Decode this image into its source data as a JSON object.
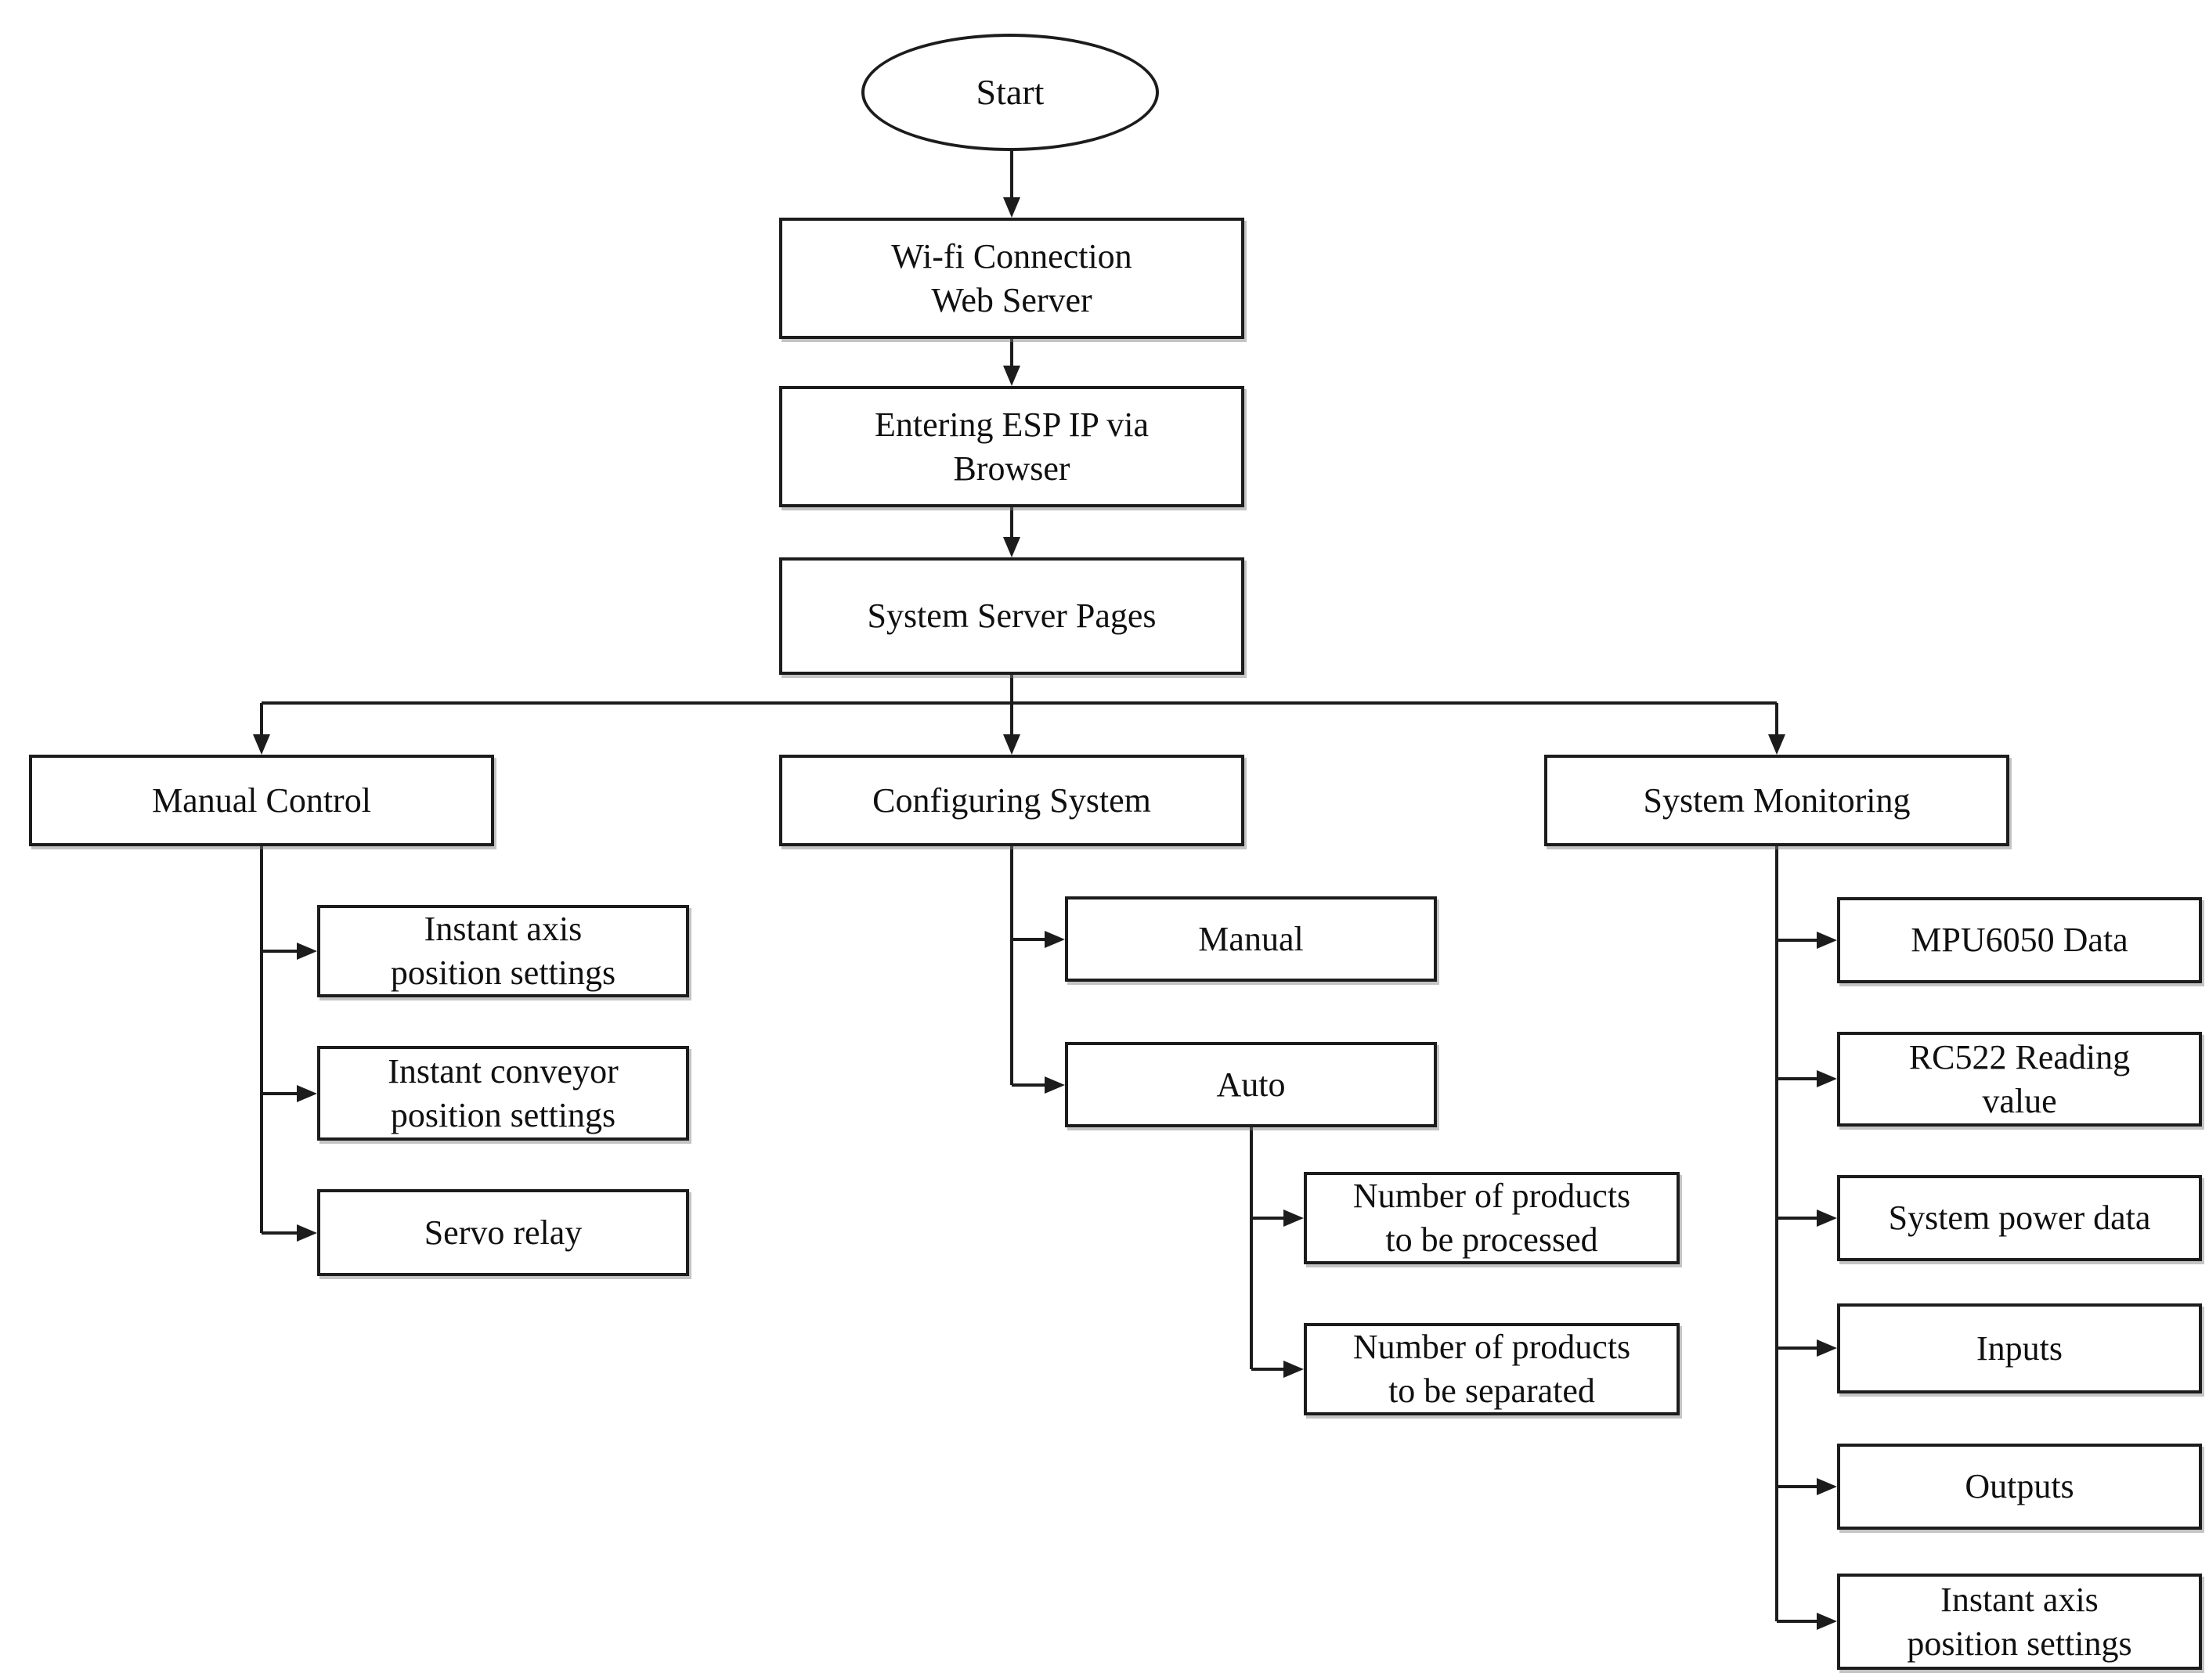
{
  "colors": {
    "line": "#1c1c1c",
    "box_border": "#1c1c1c",
    "box_background": "#ffffff",
    "page_background": "#ffffff",
    "text": "#101010"
  },
  "nodes": {
    "start": {
      "lines": [
        "Start"
      ]
    },
    "wifi_connection": {
      "lines": [
        "Wi-fi Connection",
        "Web Server"
      ]
    },
    "entering_esp": {
      "lines": [
        "Entering ESP IP via",
        "Browser"
      ]
    },
    "system_server_pages": {
      "lines": [
        "System Server Pages"
      ]
    },
    "manual_control": {
      "lines": [
        "Manual Control"
      ]
    },
    "configuring_system": {
      "lines": [
        "Configuring System"
      ]
    },
    "system_monitoring": {
      "lines": [
        "System Monitoring"
      ]
    },
    "instant_axis_manual": {
      "lines": [
        "Instant axis",
        "position settings"
      ]
    },
    "instant_conveyor": {
      "lines": [
        "Instant conveyor",
        "position settings"
      ]
    },
    "servo_relay": {
      "lines": [
        "Servo relay"
      ]
    },
    "manual_mode": {
      "lines": [
        "Manual"
      ]
    },
    "auto_mode": {
      "lines": [
        "Auto"
      ]
    },
    "products_processed": {
      "lines": [
        "Number of products",
        "to be processed"
      ]
    },
    "products_separated": {
      "lines": [
        "Number of products",
        "to be separated"
      ]
    },
    "mpu6050_data": {
      "lines": [
        "MPU6050 Data"
      ]
    },
    "rc522_reading": {
      "lines": [
        "RC522 Reading",
        "value"
      ]
    },
    "system_power": {
      "lines": [
        "System power data"
      ]
    },
    "inputs": {
      "lines": [
        "Inputs"
      ]
    },
    "outputs": {
      "lines": [
        "Outputs"
      ]
    },
    "instant_axis_monitoring": {
      "lines": [
        "Instant axis",
        "position settings"
      ]
    }
  },
  "edges": [
    {
      "from": "start",
      "to": "wifi_connection"
    },
    {
      "from": "wifi_connection",
      "to": "entering_esp"
    },
    {
      "from": "entering_esp",
      "to": "system_server_pages"
    },
    {
      "from": "system_server_pages",
      "to": "manual_control"
    },
    {
      "from": "system_server_pages",
      "to": "configuring_system"
    },
    {
      "from": "system_server_pages",
      "to": "system_monitoring"
    },
    {
      "from": "manual_control",
      "to": "instant_axis_manual"
    },
    {
      "from": "manual_control",
      "to": "instant_conveyor"
    },
    {
      "from": "manual_control",
      "to": "servo_relay"
    },
    {
      "from": "configuring_system",
      "to": "manual_mode"
    },
    {
      "from": "configuring_system",
      "to": "auto_mode"
    },
    {
      "from": "auto_mode",
      "to": "products_processed"
    },
    {
      "from": "auto_mode",
      "to": "products_separated"
    },
    {
      "from": "system_monitoring",
      "to": "mpu6050_data"
    },
    {
      "from": "system_monitoring",
      "to": "rc522_reading"
    },
    {
      "from": "system_monitoring",
      "to": "system_power"
    },
    {
      "from": "system_monitoring",
      "to": "inputs"
    },
    {
      "from": "system_monitoring",
      "to": "outputs"
    },
    {
      "from": "system_monitoring",
      "to": "instant_axis_monitoring"
    }
  ]
}
